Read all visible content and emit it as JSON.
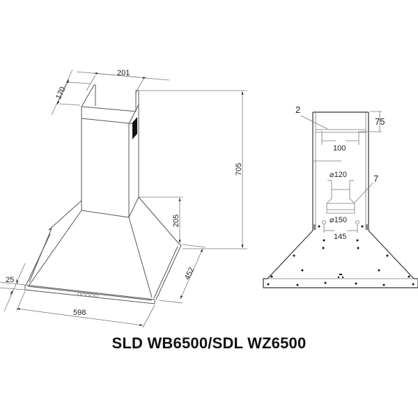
{
  "title": "SLD WB6500/SDL WZ6500",
  "views": {
    "isometric": {
      "dimensions": {
        "chimney_width": "201",
        "chimney_depth": "170",
        "total_height": "705",
        "canopy_height": "205",
        "depth": "452",
        "width": "598",
        "base_thickness": "25"
      }
    },
    "front": {
      "callouts": {
        "part_2": "2",
        "part_7": "7"
      },
      "dimensions": {
        "top_offset": "75",
        "bracket_span": "100",
        "outlet_diameter": "⌀120",
        "flange_diameter": "⌀150",
        "hole_spacing": "145"
      }
    }
  },
  "colors": {
    "line": "#555555",
    "text": "#222222",
    "background": "#ffffff"
  }
}
